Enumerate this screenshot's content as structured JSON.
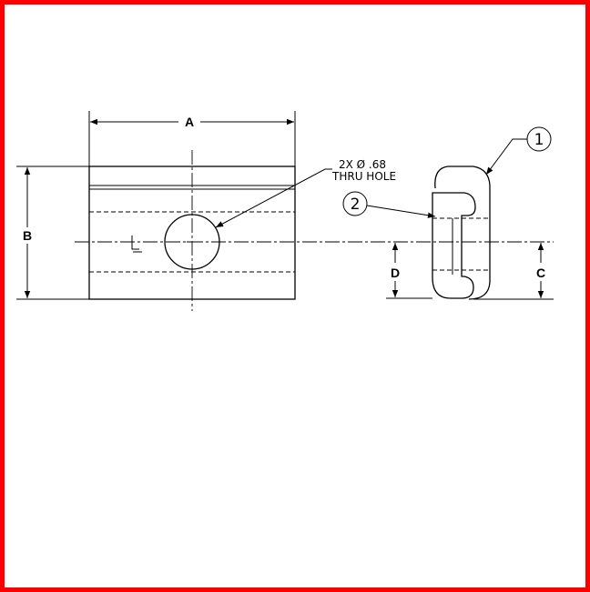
{
  "drawing": {
    "dim_a": "A",
    "dim_b": "B",
    "dim_c": "C",
    "dim_d": "D",
    "hole_note_line1": "2X  Ø  .68",
    "hole_note_line2": "THRU  HOLE",
    "balloon_1": "1",
    "balloon_2": "2",
    "border_color": "#ff0000",
    "line_color": "#000000"
  }
}
